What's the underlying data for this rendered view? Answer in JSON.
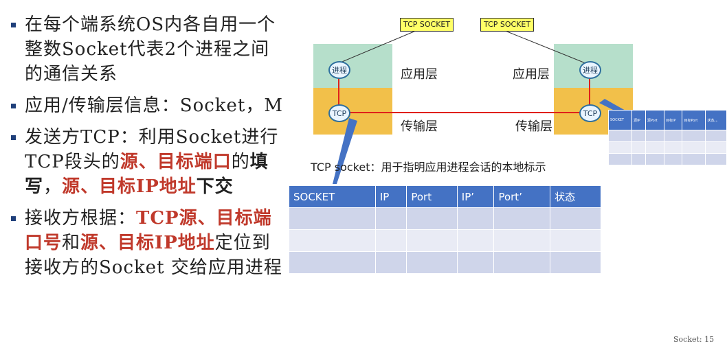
{
  "bullets": [
    {
      "segments": [
        {
          "text": "在每个端系统OS内各自用一个整数Socket代表2个进程之间的通信关系",
          "style": "normal"
        }
      ]
    },
    {
      "segments": [
        {
          "text": "应用/传输层信息：Socket，M",
          "style": "normal"
        }
      ]
    },
    {
      "segments": [
        {
          "text": "发送方TCP：利用Socket进行TCP段头的",
          "style": "normal"
        },
        {
          "text": "源、目标端口",
          "style": "red-bold"
        },
        {
          "text": "的",
          "style": "normal"
        },
        {
          "text": "填写",
          "style": "bold"
        },
        {
          "text": "，",
          "style": "normal"
        },
        {
          "text": "源、目标IP地址",
          "style": "red-bold"
        },
        {
          "text": "下交",
          "style": "bold"
        }
      ]
    },
    {
      "segments": [
        {
          "text": "接收方根据：",
          "style": "normal"
        },
        {
          "text": "TCP源、目标端口号",
          "style": "red-bold"
        },
        {
          "text": "和",
          "style": "normal"
        },
        {
          "text": "源、目标IP地址",
          "style": "red-bold"
        },
        {
          "text": "定位到接收方的Socket 交给应用进程",
          "style": "normal"
        }
      ]
    }
  ],
  "diagram": {
    "callout_left": "TCP SOCKET",
    "callout_right": "TCP SOCKET",
    "app_layer_left": "应用层",
    "app_layer_right": "应用层",
    "transport_layer_left": "传输层",
    "transport_layer_right": "传输层",
    "process_left": "进程",
    "process_right": "进程",
    "tcp_left": "TCP",
    "tcp_right": "TCP",
    "caption": "TCP socket：用于指明应用进程会话的本地标示"
  },
  "socket_table": {
    "headers": [
      "SOCKET",
      "IP",
      "Port",
      "IP’",
      "Port’",
      "状态"
    ],
    "rows": 3
  },
  "small_table": {
    "headers": [
      "SOCKET",
      "源IP",
      "源Port",
      "目标IP",
      "目标Port",
      "状态。。"
    ],
    "rows": 3
  },
  "page_number": "Socket: 15",
  "colors": {
    "accent_red": "#c0392b",
    "table_header": "#4472c4",
    "app_layer": "#b6dfcb",
    "transport_layer": "#f2c04a",
    "callout": "#ffff66",
    "link_line": "#e0201b"
  }
}
